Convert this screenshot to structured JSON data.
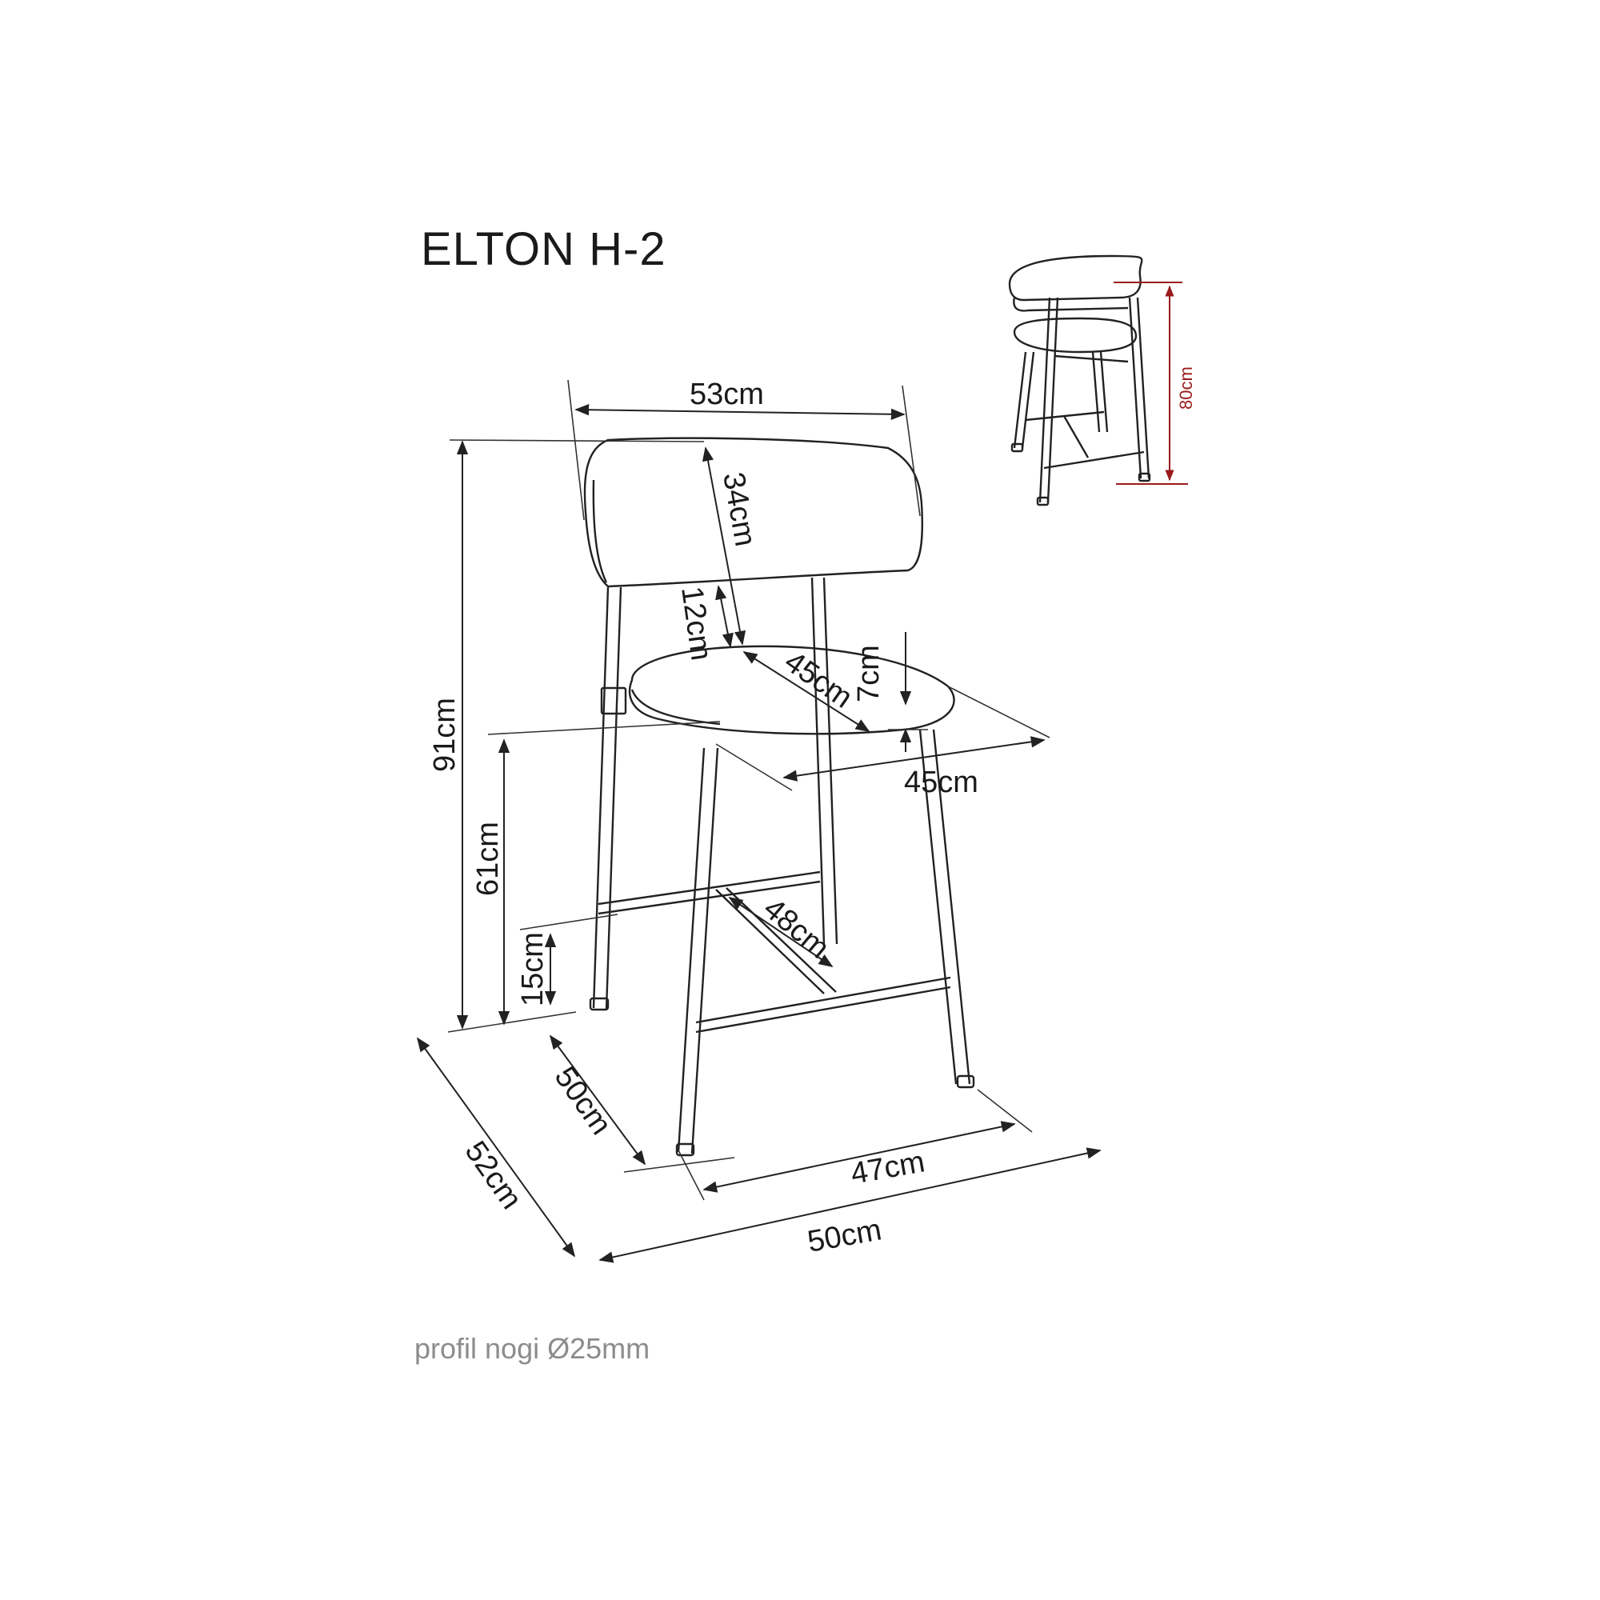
{
  "title": "ELTON H-2",
  "footnote": "profil nogi Ø25mm",
  "dimensions": {
    "backrest_width": "53cm",
    "backrest_height": "34cm",
    "gap_back_seat": "12cm",
    "seat_depth": "45cm",
    "seat_thickness": "7cm",
    "seat_width": "45cm",
    "total_height": "91cm",
    "seat_height": "61cm",
    "footrest_height": "15cm",
    "footrest_width": "48cm",
    "leg_depth": "50cm",
    "leg_width": "47cm",
    "base_width": "50cm",
    "base_depth": "52cm",
    "variant_height": "80cm"
  },
  "colors": {
    "line": "#222222",
    "accent": "#9b1b1b",
    "footnote": "#8c8c8c"
  }
}
